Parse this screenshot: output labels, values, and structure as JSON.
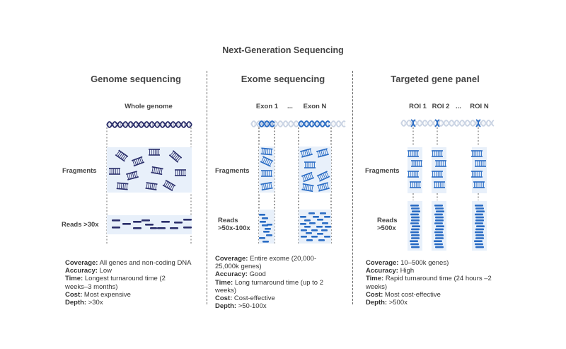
{
  "title": "Next-Generation Sequencing",
  "colors": {
    "genome_dark": "#2b2f6b",
    "exome_blue": "#2a6cc4",
    "panel_bg": "#e8f0fa",
    "helix_faded": "#c9d3e3",
    "divider": "#666666"
  },
  "columns": [
    {
      "title": "Genome sequencing",
      "region_labels": [
        "Whole genome"
      ],
      "fragments_label": "Fragments",
      "reads_label": "Reads >30x",
      "info": [
        {
          "key": "Coverage:",
          "value": "All genes and non-coding DNA"
        },
        {
          "key": "Accuracy:",
          "value": "Low"
        },
        {
          "key": "Time:",
          "value": "Longest turnaround time (2 weeks–3 months)"
        },
        {
          "key": "Cost:",
          "value": "Most expensive"
        },
        {
          "key": "Depth:",
          "value": ">30x"
        }
      ]
    },
    {
      "title": "Exome sequencing",
      "region_labels": [
        "Exon 1",
        "...",
        "Exon N"
      ],
      "fragments_label": "Fragments",
      "reads_label_line1": "Reads",
      "reads_label_line2": ">50x-100x",
      "info": [
        {
          "key": "Coverage:",
          "value": "Entire exome (20,000-25,000k genes)"
        },
        {
          "key": "Accuracy:",
          "value": "Good"
        },
        {
          "key": "Time:",
          "value": "Long turnaround time (up to 2 weeks)"
        },
        {
          "key": "Cost:",
          "value": "Cost-effective"
        },
        {
          "key": "Depth:",
          "value": ">50-100x"
        }
      ]
    },
    {
      "title": "Targeted gene panel",
      "region_labels": [
        "ROI 1",
        "ROI 2",
        "...",
        "ROI N"
      ],
      "fragments_label": "Fragments",
      "reads_label_line1": "Reads",
      "reads_label_line2": ">500x",
      "info": [
        {
          "key": "Coverage:",
          "value": "10–500k genes)"
        },
        {
          "key": "Accuracy:",
          "value": "High"
        },
        {
          "key": "Time:",
          "value": "Rapid turnaround time (24 hours –2 weeks)"
        },
        {
          "key": "Cost:",
          "value": "Most cost-effective"
        },
        {
          "key": "Depth:",
          "value": ">500x"
        }
      ]
    }
  ]
}
